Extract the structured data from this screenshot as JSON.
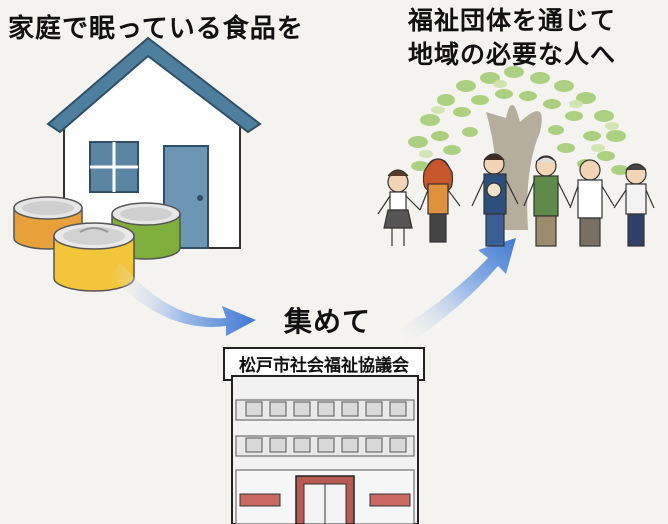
{
  "captions": {
    "home": "家庭で眠っている食品を",
    "welfare_line1": "福祉団体を通じて",
    "welfare_line2": "地域の必要な人へ",
    "collect": "集めて",
    "sign": "松戸市社会福祉協議会"
  },
  "colors": {
    "background": "#f4f3ef",
    "house_roof": "#4f7f9f",
    "house_door": "#6d95b4",
    "arrow": "#3f78d1",
    "can_orange": "#e8a03a",
    "can_yellow": "#f2c53b",
    "can_green": "#7fae3c",
    "building_roof": "#b75a52",
    "building_window": "#d9d9d9",
    "tree_leaf": "#a8cf7a",
    "tree_trunk": "#a6a08f"
  },
  "icons": [
    "house",
    "food-cans",
    "curved-arrow",
    "welfare-building",
    "tree",
    "people-holding-hands"
  ]
}
